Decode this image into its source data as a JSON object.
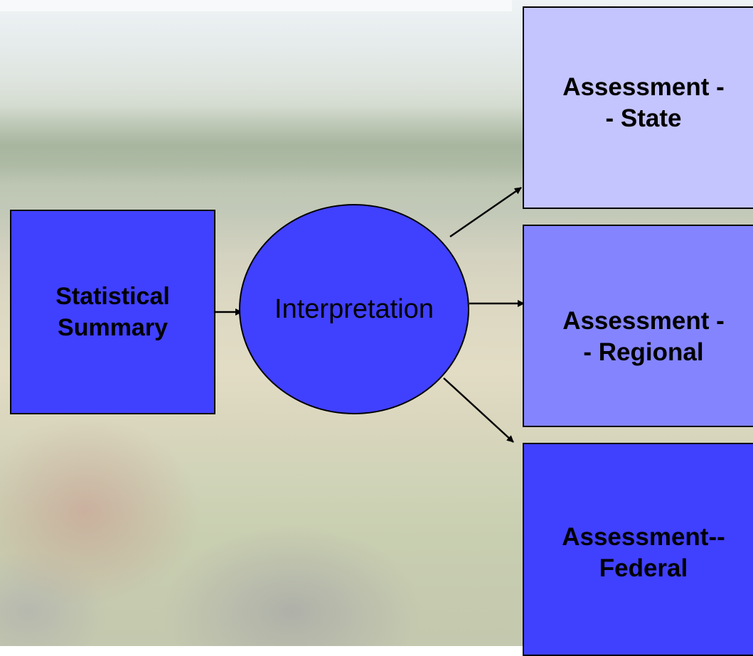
{
  "nodes": {
    "summary": "Statistical\nSummary",
    "interpretation": "Interpretation",
    "state": "Assessment -\n- State",
    "regional": "Assessment -\n- Regional",
    "federal": "Assessment--\nFederal"
  },
  "colors": {
    "dark_blue": "#4040ff",
    "medium_blue": "#8484ff",
    "light_blue": "#c4c4ff",
    "outline": "#000000"
  }
}
